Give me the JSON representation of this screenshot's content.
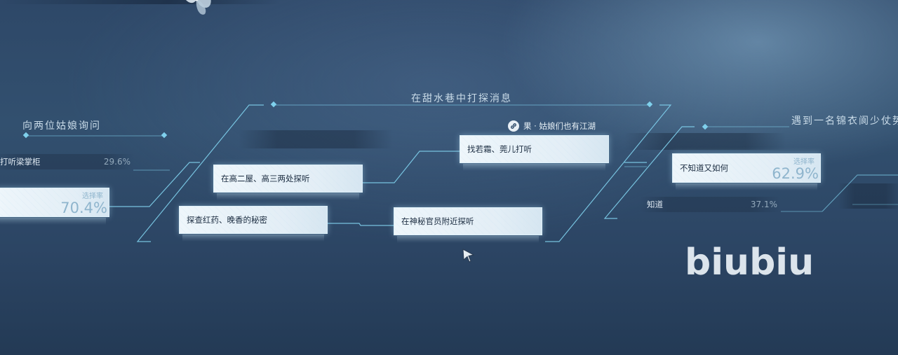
{
  "sections": {
    "left": {
      "title": "向两位姑娘询问"
    },
    "middle": {
      "title": "在甜水巷中打探消息"
    },
    "right": {
      "title": "遇到一名锦衣阆少仗势"
    }
  },
  "left_choices": [
    {
      "label": "打听梁掌柜",
      "rate": "29.6%",
      "selected": false
    },
    {
      "label": "",
      "rate_caption": "选择率",
      "rate": "70.4%",
      "selected": true
    }
  ],
  "middle_nodes": {
    "gaoerya": {
      "label": "在高二屋、高三两处探听"
    },
    "hongyao": {
      "label": "探查红药、晚香的秘密"
    },
    "ruoshuang": {
      "label": "找若霜、莞儿打听"
    },
    "shenmi": {
      "label": "在神秘官员附近探听"
    }
  },
  "ending_tag": {
    "icon": "link-icon",
    "text": "果 · 姑娘们也有江湖"
  },
  "right_choices": [
    {
      "label": "不知道又如何",
      "rate_caption": "选择率",
      "rate": "62.9%",
      "selected": true
    },
    {
      "label": "知道",
      "rate": "37.1%",
      "selected": false
    }
  ],
  "watermark": "biubiu",
  "colors": {
    "background": "#2e4868",
    "line": "#7fd0ec",
    "selected_card": "#eef6fb",
    "rate_text": "#8fb5cd"
  }
}
